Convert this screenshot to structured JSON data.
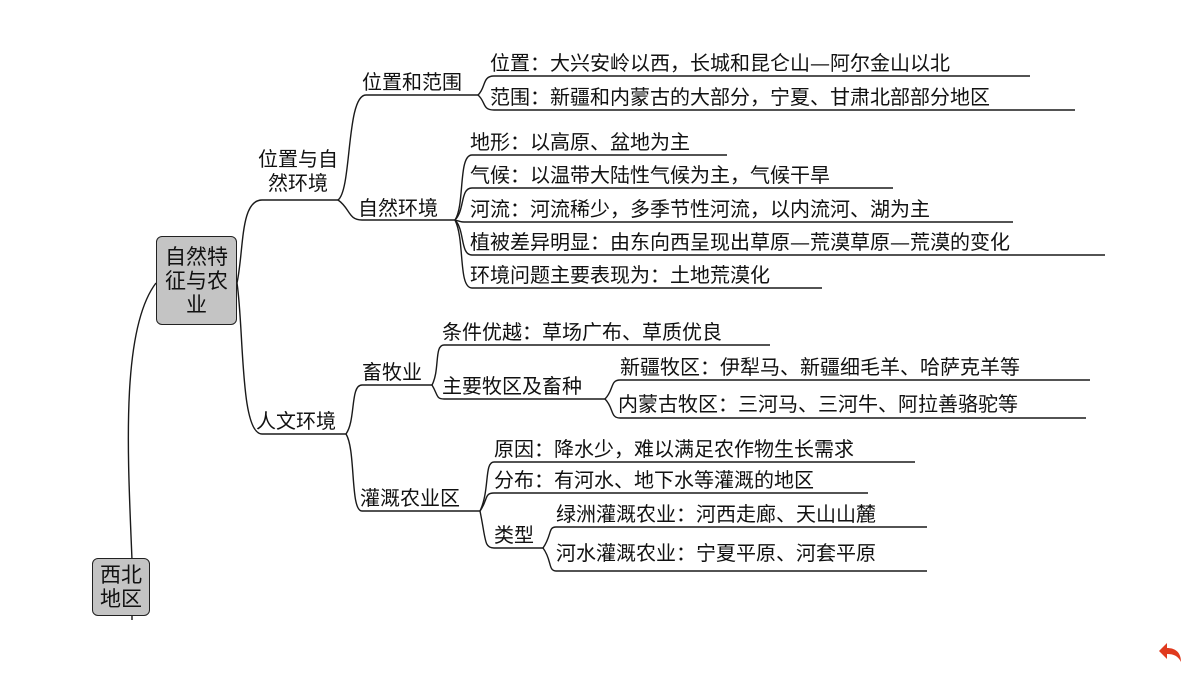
{
  "root": "西北地区",
  "level1": "自然特征与农业",
  "nature": {
    "label": "位置与自然环境",
    "location": {
      "label": "位置和范围",
      "items": [
        "位置：大兴安岭以西，长城和昆仑山—阿尔金山以北",
        "范围：新疆和内蒙古的大部分，宁夏、甘肃北部部分地区"
      ]
    },
    "environment": {
      "label": "自然环境",
      "items": [
        "地形：以高原、盆地为主",
        "气候：以温带大陆性气候为主，气候干旱",
        "河流：河流稀少，多季节性河流，以内流河、湖为主",
        "植被差异明显：由东向西呈现出草原—荒漠草原—荒漠的变化",
        "环境问题主要表现为：土地荒漠化"
      ]
    }
  },
  "human": {
    "label": "人文环境",
    "livestock": {
      "label": "畜牧业",
      "condition": "条件优越：草场广布、草质优良",
      "areas": {
        "label": "主要牧区及畜种",
        "items": [
          "新疆牧区：伊犁马、新疆细毛羊、哈萨克羊等",
          "内蒙古牧区：三河马、三河牛、阿拉善骆驼等"
        ]
      }
    },
    "irrigation": {
      "label": "灌溉农业区",
      "reason": "原因：降水少，难以满足农作物生长需求",
      "distribution": "分布：有河水、地下水等灌溉的地区",
      "types": {
        "label": "类型",
        "items": [
          "绿洲灌溉农业：河西走廊、天山山麓",
          "河水灌溉农业：宁夏平原、河套平原"
        ]
      }
    }
  },
  "controls": {
    "back_icon": "undo-arrow-icon",
    "back_color": "#e03a1e"
  }
}
